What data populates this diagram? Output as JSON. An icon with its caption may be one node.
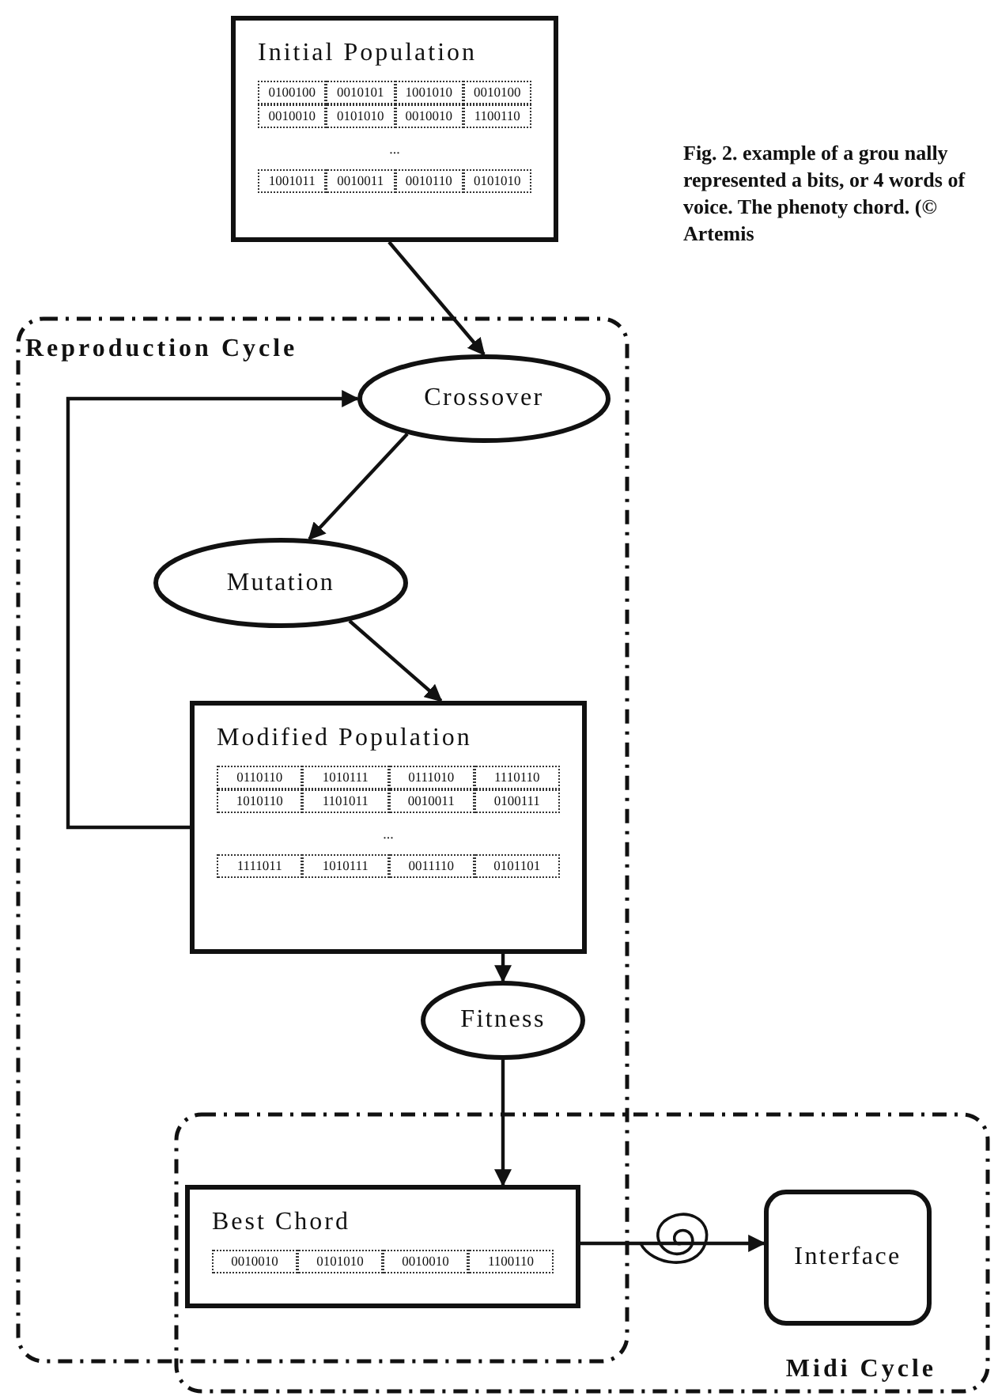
{
  "diagram": {
    "caption": "Fig. 2. example of a grou nally represented a bits, or 4 words of voice. The phenoty chord. (© Artemis",
    "nodes": [
      {
        "text": [
          "Initial Population",
          "0100100",
          "0010101",
          "1001010",
          "0010100",
          "0010010",
          "0101010",
          "0010010",
          "1100110",
          "...",
          "1001011",
          "0010011",
          "0010110",
          "0101010"
        ]
      },
      {
        "text": [
          "Reproduction Cycle"
        ]
      },
      {
        "text": [
          "Crossover"
        ],
        "in": 1
      },
      {
        "text": [
          "Mutation"
        ],
        "in": 1
      },
      {
        "text": [
          "Modified Population",
          "0110110",
          "1010111",
          "0111010",
          "1110110",
          "1010110",
          "1101011",
          "0010011",
          "0100111",
          "...",
          "1111011",
          "1010111",
          "0011110",
          "0101101"
        ],
        "in": 1
      },
      {
        "text": [
          "Fitness"
        ],
        "in": 1
      },
      {
        "text": [
          "Midi Cycle"
        ]
      },
      {
        "text": [
          "Best Chord",
          "0010010",
          "0101010",
          "0010010",
          "1100110"
        ]
      },
      {
        "text": [
          "Interface"
        ],
        "in": 6
      }
    ],
    "edges": [
      {
        "from": 0,
        "to": 2,
        "arrow": "to"
      },
      {
        "from": 2,
        "to": 3,
        "arrow": "to"
      },
      {
        "from": 3,
        "to": 4,
        "arrow": "to"
      },
      {
        "from": 4,
        "to": 2,
        "arrow": "to"
      },
      {
        "from": 4,
        "to": 5,
        "arrow": "to"
      },
      {
        "from": 5,
        "to": 7,
        "arrow": "to"
      },
      {
        "from": 7,
        "to": 8,
        "arrow": "to"
      }
    ]
  }
}
